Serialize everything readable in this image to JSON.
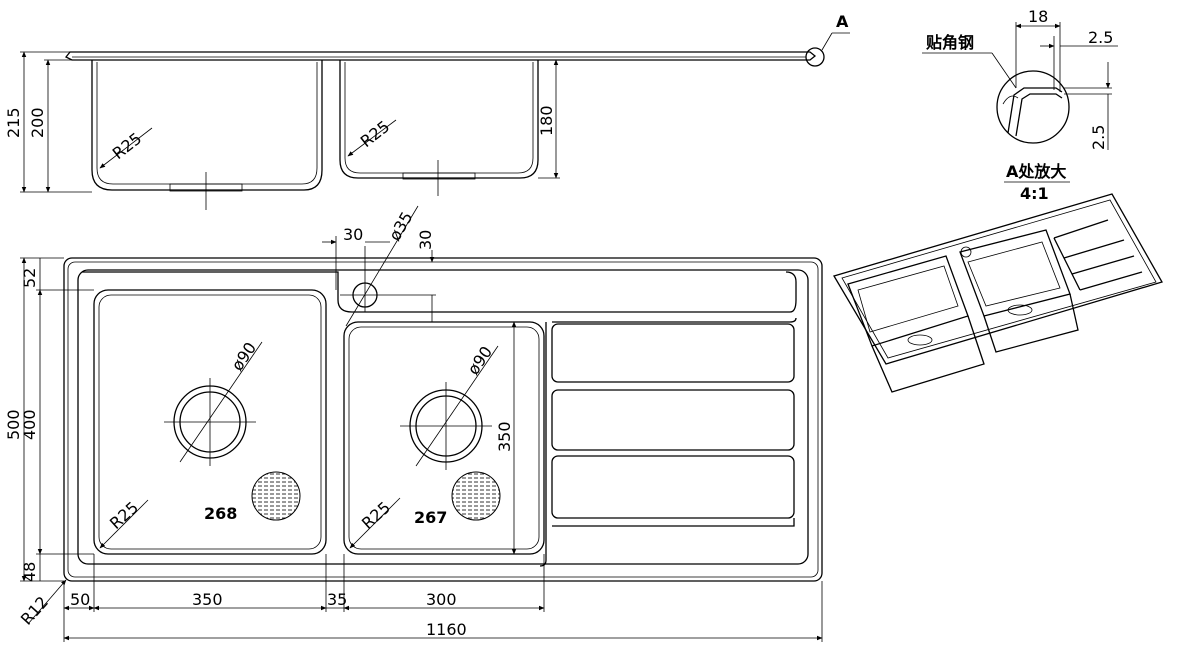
{
  "labels": {
    "detail_ref": "A",
    "detail_title": "A处放大",
    "detail_scale": "4:1",
    "corner_steel": "贴角钢",
    "model_left": "268",
    "model_right": "267"
  },
  "dims": {
    "d18": "18",
    "d25a": "2.5",
    "d25b": "2.5",
    "d215": "215",
    "d200": "200",
    "d180": "180",
    "r25_side_left": "R25",
    "r25_side_right": "R25",
    "d30_h": "30",
    "d30_v": "30",
    "phi35": "ø35",
    "phi90_left": "ø90",
    "phi90_right": "ø90",
    "d52": "52",
    "d500": "500",
    "d400": "400",
    "d48": "48",
    "d350_v": "350",
    "r25_top_left": "R25",
    "r25_top_right": "R25",
    "r12": "R12",
    "d50": "50",
    "d350_h": "350",
    "d35": "35",
    "d300": "300",
    "d1160": "1160"
  }
}
